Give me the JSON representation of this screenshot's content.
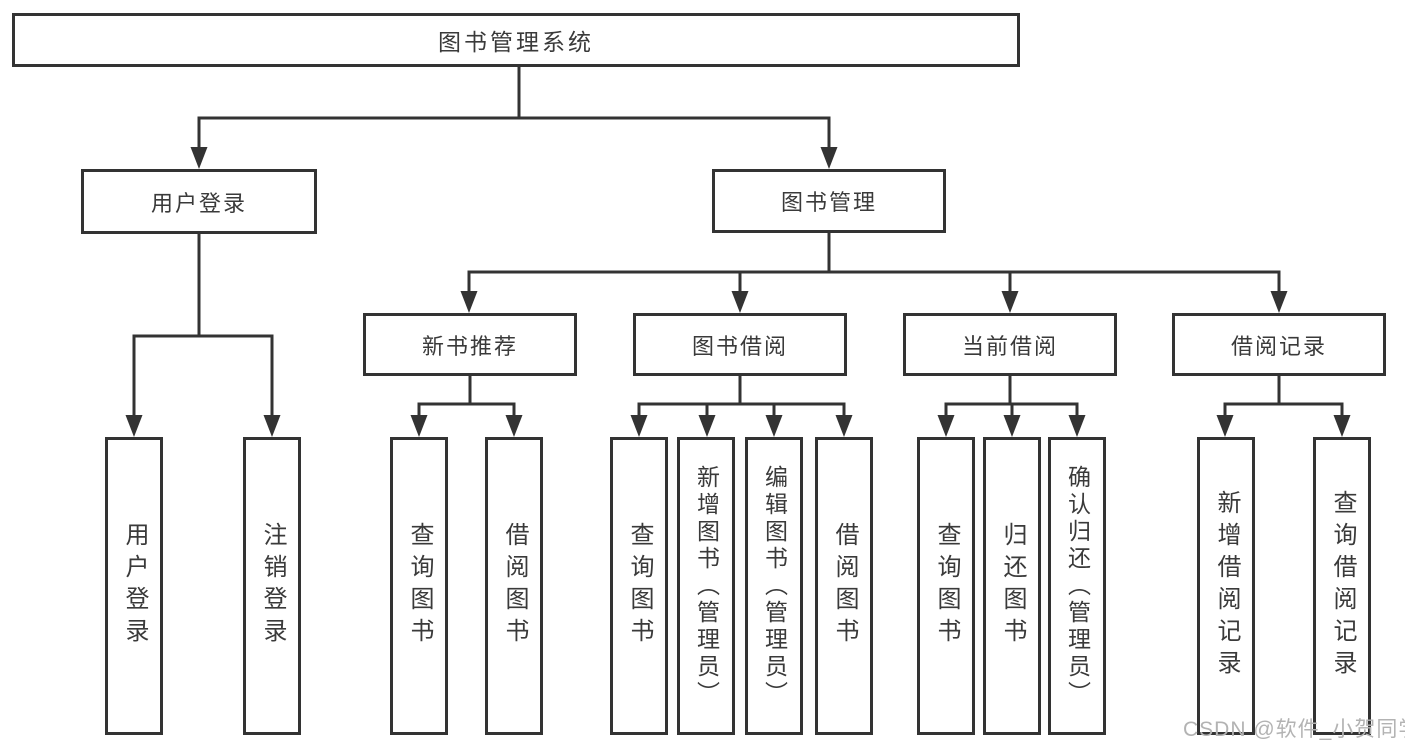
{
  "diagram": {
    "title": "图书管理系统",
    "level1": {
      "user_login": "用户登录",
      "book_mgmt": "图书管理"
    },
    "level2": {
      "new_book_rec": "新书推荐",
      "book_borrow": "图书借阅",
      "current_borrow": "当前借阅",
      "borrow_records": "借阅记录"
    },
    "leaves": {
      "user_login": [
        "用户登录",
        "注销登录"
      ],
      "new_book_rec": [
        "查询图书",
        "借阅图书"
      ],
      "book_borrow": [
        "查询图书",
        "新增图书（管理员）",
        "编辑图书（管理员）",
        "借阅图书"
      ],
      "current_borrow": [
        "查询图书",
        "归还图书",
        "确认归还（管理员）"
      ],
      "borrow_records": [
        "新增借阅记录",
        "查询借阅记录"
      ]
    },
    "colors": {
      "line": "#333333",
      "text": "#3a3a3a",
      "background": "#ffffff",
      "watermark": "#b3b3b3"
    }
  },
  "watermark": "CSDN @软件_小贺同学"
}
